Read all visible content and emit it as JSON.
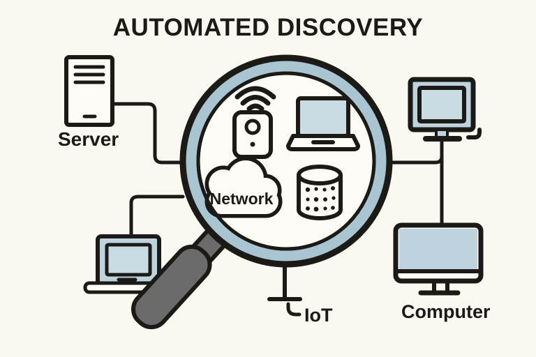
{
  "title": "AUTOMATED DISCOVERY",
  "colors": {
    "background": "#faf8f1",
    "ink": "#1c1a16",
    "glass_ring": "#a9c5d1",
    "screen_fill": "#bed3dd",
    "screen_light": "#c9dbe3",
    "handle_gray": "#6b6b6b",
    "white": "#fdfcf7"
  },
  "nodes": {
    "server": {
      "label": "Server",
      "icon": "server-tower-icon"
    },
    "laptop": {
      "icon": "laptop-icon"
    },
    "monitor": {
      "icon": "monitor-icon"
    },
    "computer": {
      "label": "Computer",
      "icon": "desktop-computer-icon"
    },
    "iot": {
      "label": "IoT",
      "icon": "ground-terminal-icon"
    }
  },
  "magnifier": {
    "icon": "magnifying-glass-icon",
    "contents": [
      {
        "name": "iot-device",
        "icon": "smart-device-wifi-icon"
      },
      {
        "name": "laptop",
        "icon": "laptop-icon"
      },
      {
        "name": "network-cloud",
        "label": "Network",
        "icon": "cloud-icon"
      },
      {
        "name": "database",
        "icon": "database-cylinder-icon"
      }
    ]
  }
}
